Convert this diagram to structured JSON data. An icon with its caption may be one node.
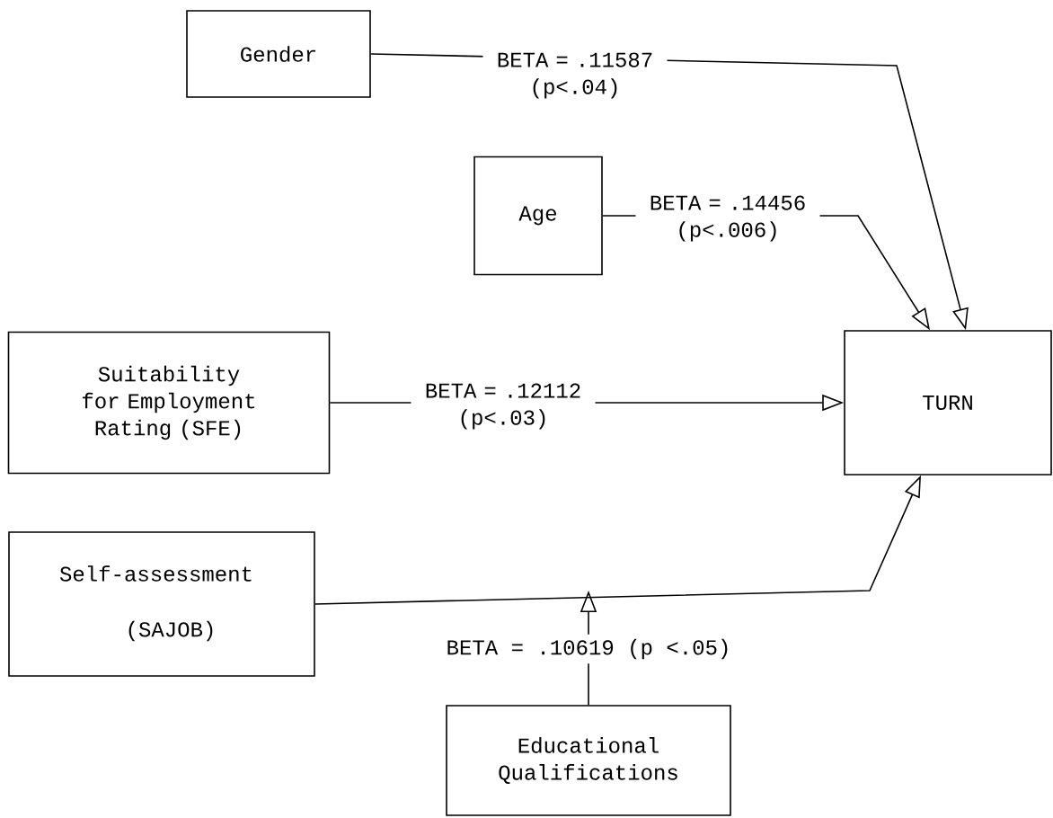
{
  "diagram": {
    "nodes": [
      {
        "text": [
          "Gender"
        ]
      },
      {
        "text": [
          "Age"
        ]
      },
      {
        "text": [
          "Suitability for Employment Rating (SFE)"
        ]
      },
      {
        "text": [
          "Self-assessment",
          "(SAJOB)"
        ]
      },
      {
        "text": [
          "TURN"
        ]
      },
      {
        "text": [
          "Educational Qualifications"
        ]
      }
    ],
    "edges": [
      {
        "from": 0,
        "to": 4,
        "arrow": "to",
        "label": "BETA = .11587 (p<.04)"
      },
      {
        "from": 1,
        "to": 4,
        "arrow": "to",
        "label": "BETA = .14456 (p<.006)"
      },
      {
        "from": 2,
        "to": 4,
        "arrow": "to",
        "label": "BETA = .12112 (p<.03)"
      },
      {
        "from": 3,
        "to": 4,
        "arrow": "to"
      },
      {
        "from": 5,
        "to": null,
        "arrow": "to",
        "label": "BETA = .10619 (p <.05)"
      }
    ]
  }
}
